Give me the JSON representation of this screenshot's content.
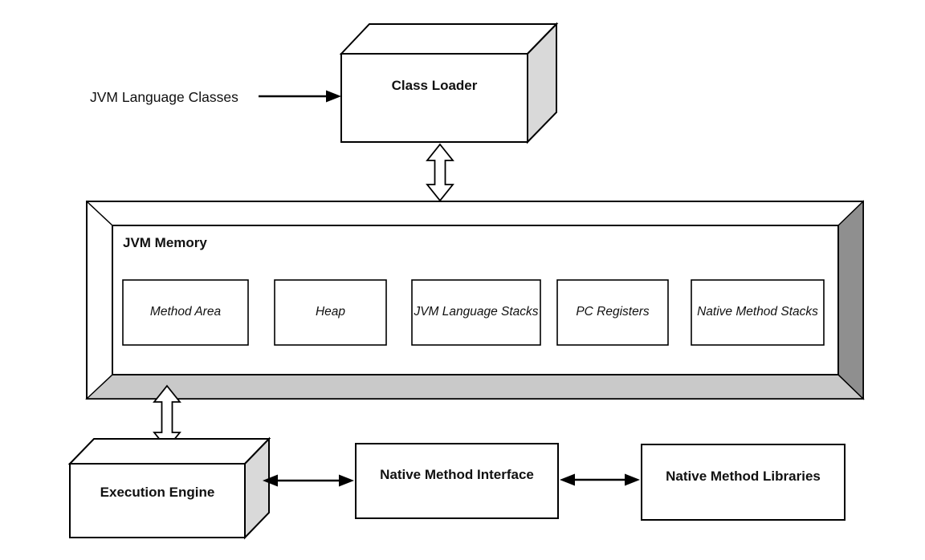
{
  "diagram": {
    "background": "#ffffff",
    "colors": {
      "line": "#000000",
      "text": "#111111",
      "box_face": "#ffffff",
      "box_side": "#d9d9d9",
      "frame_bottom": "#c9c9c9",
      "frame_right": "#8f8f8f"
    },
    "nodes": {
      "input_label": "JVM Language Classes",
      "class_loader": "Class Loader",
      "memory_title": "JVM Memory",
      "memory_children": [
        "Method Area",
        "Heap",
        "JVM Language Stacks",
        "PC Registers",
        "Native Method Stacks"
      ],
      "execution_engine": "Execution Engine",
      "native_method_interface": "Native Method Interface",
      "native_method_libraries": "Native Method Libraries"
    },
    "connections": [
      {
        "from": "JVM Language Classes",
        "to": "Class Loader",
        "style": "single-arrow"
      },
      {
        "from": "Class Loader",
        "to": "JVM Memory",
        "style": "hollow-double-arrow"
      },
      {
        "from": "JVM Memory",
        "to": "Execution Engine",
        "style": "hollow-double-arrow"
      },
      {
        "from": "Execution Engine",
        "to": "Native Method Interface",
        "style": "double-arrow"
      },
      {
        "from": "Native Method Interface",
        "to": "Native Method Libraries",
        "style": "double-arrow"
      }
    ]
  }
}
